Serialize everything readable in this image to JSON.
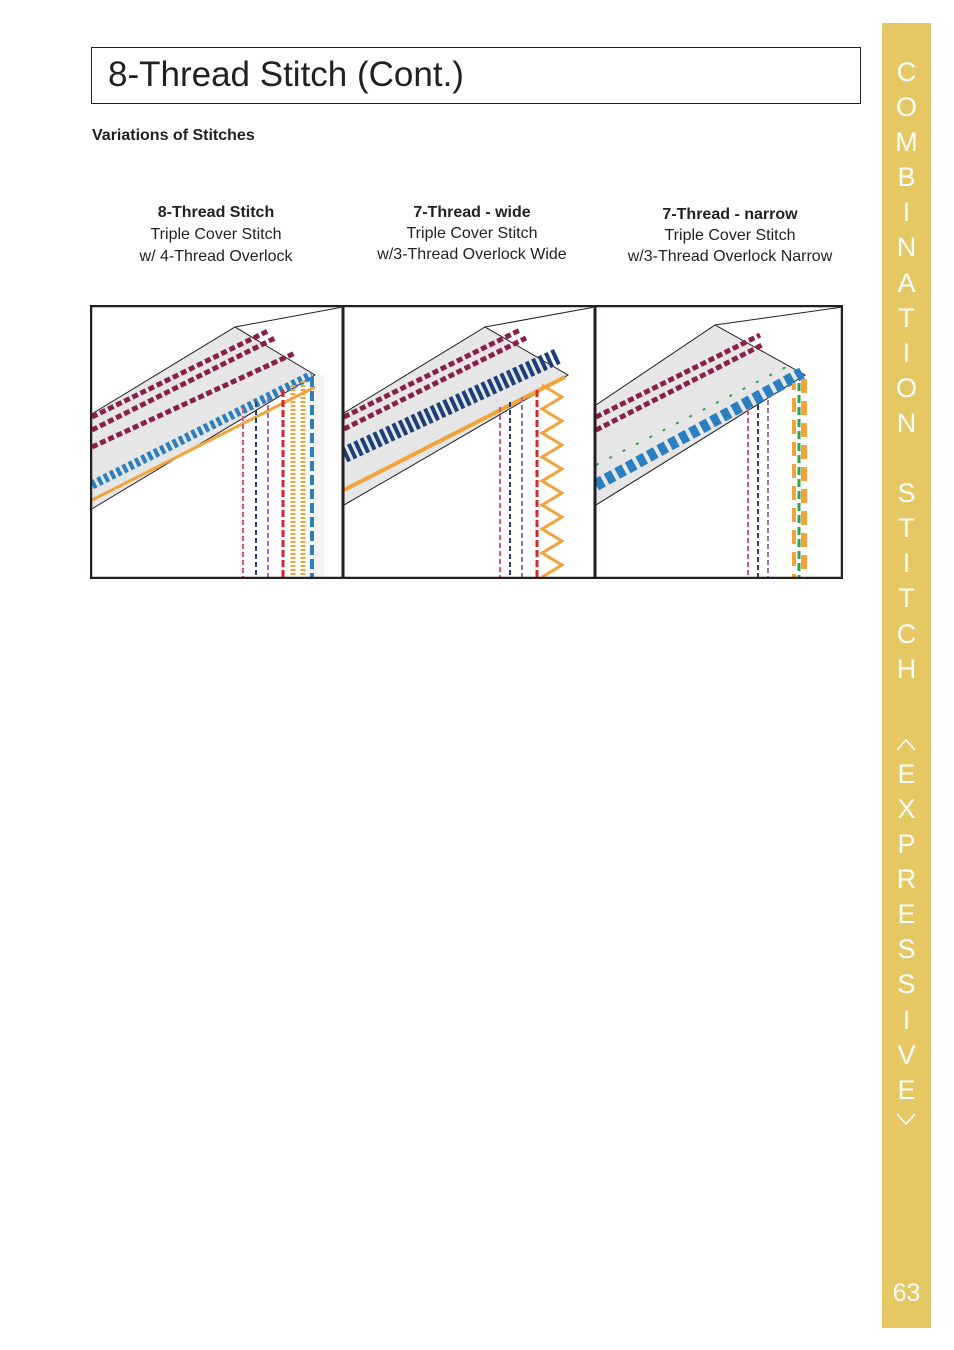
{
  "page": {
    "title": "8-Thread Stitch (Cont.)",
    "subheading": "Variations of Stitches",
    "page_number": "63"
  },
  "captions": [
    {
      "bold": "8-Thread Stitch",
      "line1": "Triple Cover Stitch",
      "line2": "w/ 4-Thread Overlock"
    },
    {
      "bold": "7-Thread  - wide",
      "line1": "Triple Cover Stitch",
      "line2": "w/3-Thread Overlock Wide"
    },
    {
      "bold": "7-Thread  - narrow",
      "line1": "Triple Cover Stitch",
      "line2": "w/3-Thread Overlock Narrow"
    }
  ],
  "sidebar": {
    "word1": [
      "C",
      "O",
      "M",
      "B",
      "I",
      "N",
      "A",
      "T",
      "I",
      "O",
      "N"
    ],
    "word2": [
      "S",
      "T",
      "I",
      "T",
      "C",
      "H"
    ],
    "word3": [
      "E",
      "X",
      "P",
      "R",
      "E",
      "S",
      "S",
      "I",
      "V",
      "E"
    ],
    "color": "#e5c863"
  },
  "colors": {
    "cover_chain": "#8a1f4a",
    "overlock_blue": "#2a7fc0",
    "overlock_orange": "#f2a33a",
    "needle_red": "#d6262a",
    "needle_navy": "#273c7a",
    "needle_pink": "#d9547f",
    "needle_purple": "#9a6fb8",
    "accent_green": "#2fa24b",
    "fabric_top": "#e6e6e6"
  },
  "icons": [
    "up-chevron-icon",
    "down-chevron-icon"
  ]
}
